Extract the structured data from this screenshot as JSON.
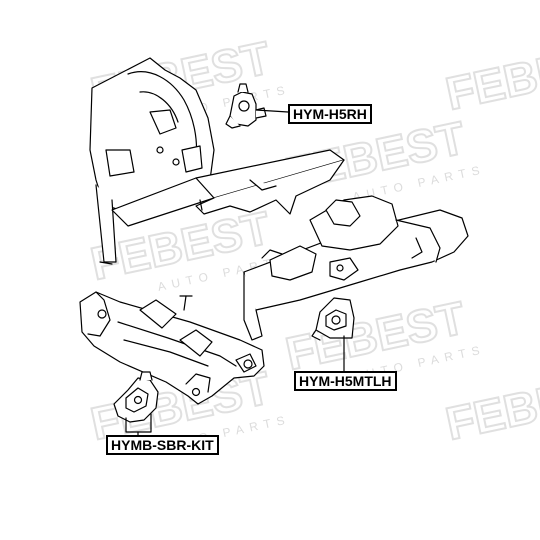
{
  "watermark": {
    "brand": "FEBEST",
    "tagline": "AUTO PARTS"
  },
  "labels": {
    "rh": "HYM-H5RH",
    "mtlh": "HYM-H5MTLH",
    "sbr": "HYMB-SBR-KIT"
  },
  "colors": {
    "line": "#000000",
    "watermark": "#e3e3e3",
    "background": "#ffffff"
  }
}
